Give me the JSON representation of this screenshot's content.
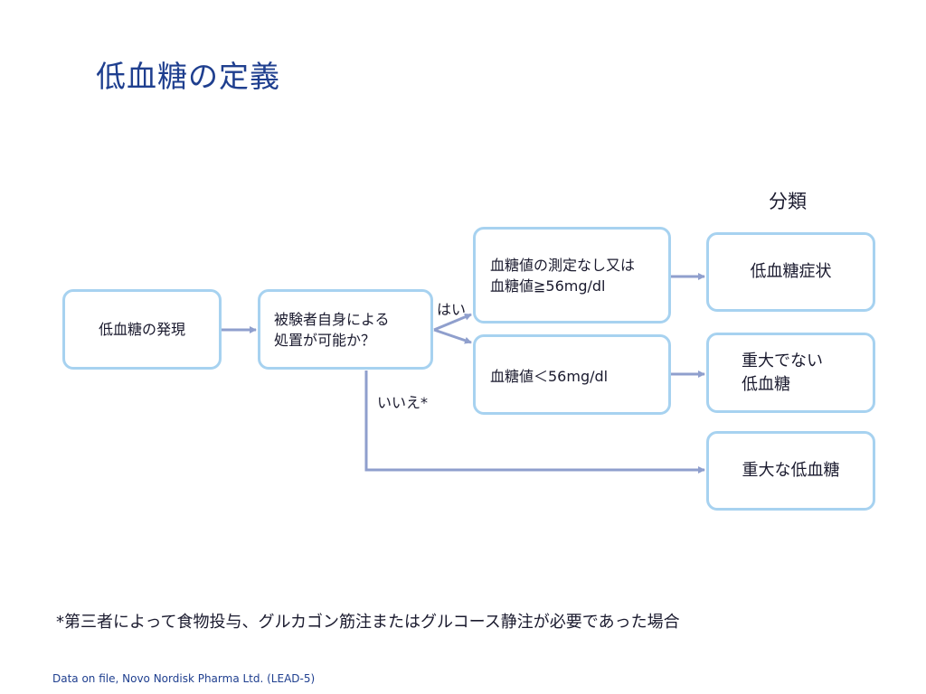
{
  "title": "低血糖の定義",
  "category_heading": "分類",
  "boxes": {
    "discovery": "低血糖の発現",
    "self_treatment": [
      "被験者自身による",
      "処置が可能か？"
    ],
    "no_measurement": [
      "血糖値の測定なし又は",
      "血糖値≧56mg/dl"
    ],
    "under_56": "血糖値＜56mg/dl"
  },
  "classifications": {
    "symptomatic": "低血糖症状",
    "non_severe": [
      "重大でない",
      "低血糖"
    ],
    "severe": "重大な低血糖"
  },
  "labels": {
    "yes": "はい",
    "no": "いいえ*"
  },
  "footnote": "*第三者によって食物投与、グルカゴン筋注またはグルコース静注が必要であった場合",
  "source": "Data on file, Novo Nordisk Pharma Ltd. (LEAD-5)",
  "colors": {
    "box_border": "#a7d2f0",
    "arrow": "#8f9fcd",
    "title": "#1f3f8f"
  }
}
